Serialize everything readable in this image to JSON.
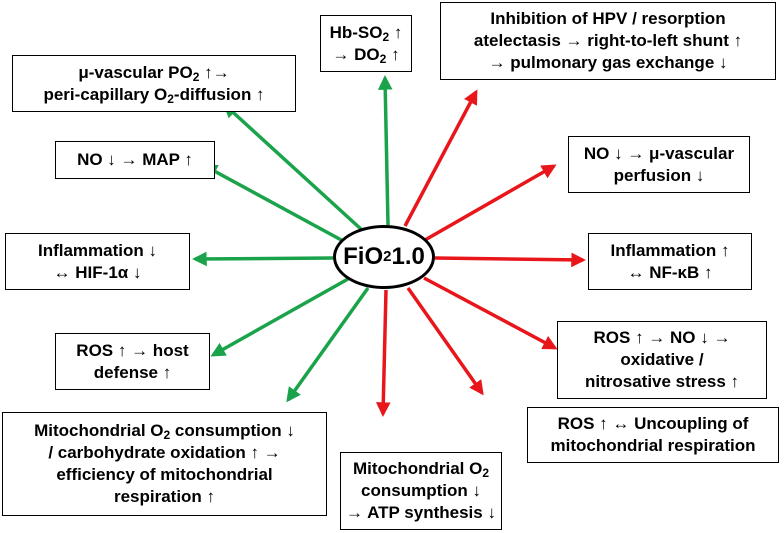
{
  "center": {
    "main": "FiO",
    "sub": "2",
    "rest": "1.0"
  },
  "colors": {
    "beneficial": "#1aa34a",
    "harmful": "#e8161b"
  },
  "boxes": {
    "hbso2": {
      "l1a": "Hb-SO",
      "l1sub": "2",
      "l1b": " ↑",
      "l2a": "→ DO",
      "l2sub": "2",
      "l2b": " ↑"
    },
    "hpv": {
      "l1": "Inhibition of HPV / resorption",
      "l2": "atelectasis → right-to-left shunt ↑",
      "l3": "→ pulmonary gas exchange ↓"
    },
    "mvascular": {
      "l1a": "μ-vascular PO",
      "l1sub": "2",
      "l1b": " ↑→",
      "l2a": "peri-capillary O",
      "l2sub": "2",
      "l2b": "-diffusion ↑"
    },
    "no_map": {
      "l1": "NO ↓ → MAP ↑"
    },
    "no_perf": {
      "l1": "NO ↓ → μ-vascular",
      "l2": "perfusion ↓"
    },
    "infl_hif": {
      "l1": "Inflammation ↓",
      "l2": "↔ HIF-1α ↓"
    },
    "infl_nfkb": {
      "l1": "Inflammation ↑",
      "l2": "↔ NF-κB ↑"
    },
    "ros_host": {
      "l1": "ROS ↑ → host",
      "l2": "defense ↑"
    },
    "ros_stress": {
      "l1": "ROS ↑ → NO ↓ →",
      "l2": "oxidative /",
      "l3": "nitrosative stress ↑"
    },
    "ros_uncoupling": {
      "l1": "ROS ↑ ↔ Uncoupling of",
      "l2": "mitochondrial respiration"
    },
    "mito_left": {
      "l1a": "Mitochondrial O",
      "l1sub": "2",
      "l1b": " consumption ↓",
      "l2": "/ carbohydrate oxidation ↑ →",
      "l3": "efficiency of mitochondrial",
      "l4": "respiration ↑"
    },
    "mito_bottom": {
      "l1a": "Mitochondrial O",
      "l1sub": "2",
      "l2": "consumption ↓",
      "l3": "→ ATP synthesis ↓"
    }
  }
}
